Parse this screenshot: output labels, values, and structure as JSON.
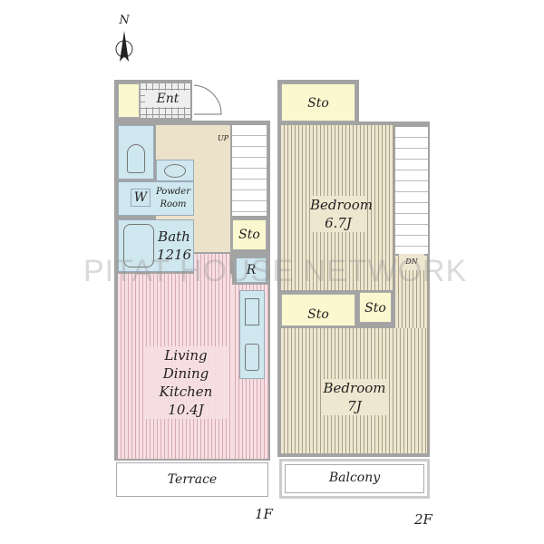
{
  "compass": {
    "label": "N"
  },
  "floor1": {
    "label": "1F",
    "rooms": {
      "entrance": "Ent",
      "up": "UP",
      "powder": "Powder Room",
      "washer": "W",
      "bath": "Bath",
      "bath_size": "1216",
      "storage": "Sto",
      "fridge": "R",
      "ldk": [
        "Living",
        "Dining",
        "Kitchen",
        "10.4J"
      ],
      "terrace": "Terrace"
    }
  },
  "floor2": {
    "label": "2F",
    "rooms": {
      "storage_top": "Sto",
      "bedroom1": "Bedroom",
      "bedroom1_size": "6.7J",
      "down": "DN",
      "storage_a": "Sto",
      "storage_b": "Sto",
      "bedroom2": "Bedroom",
      "bedroom2_size": "7J",
      "balcony": "Balcony"
    }
  },
  "watermark": "PITAT HOUSE NETWORK"
}
